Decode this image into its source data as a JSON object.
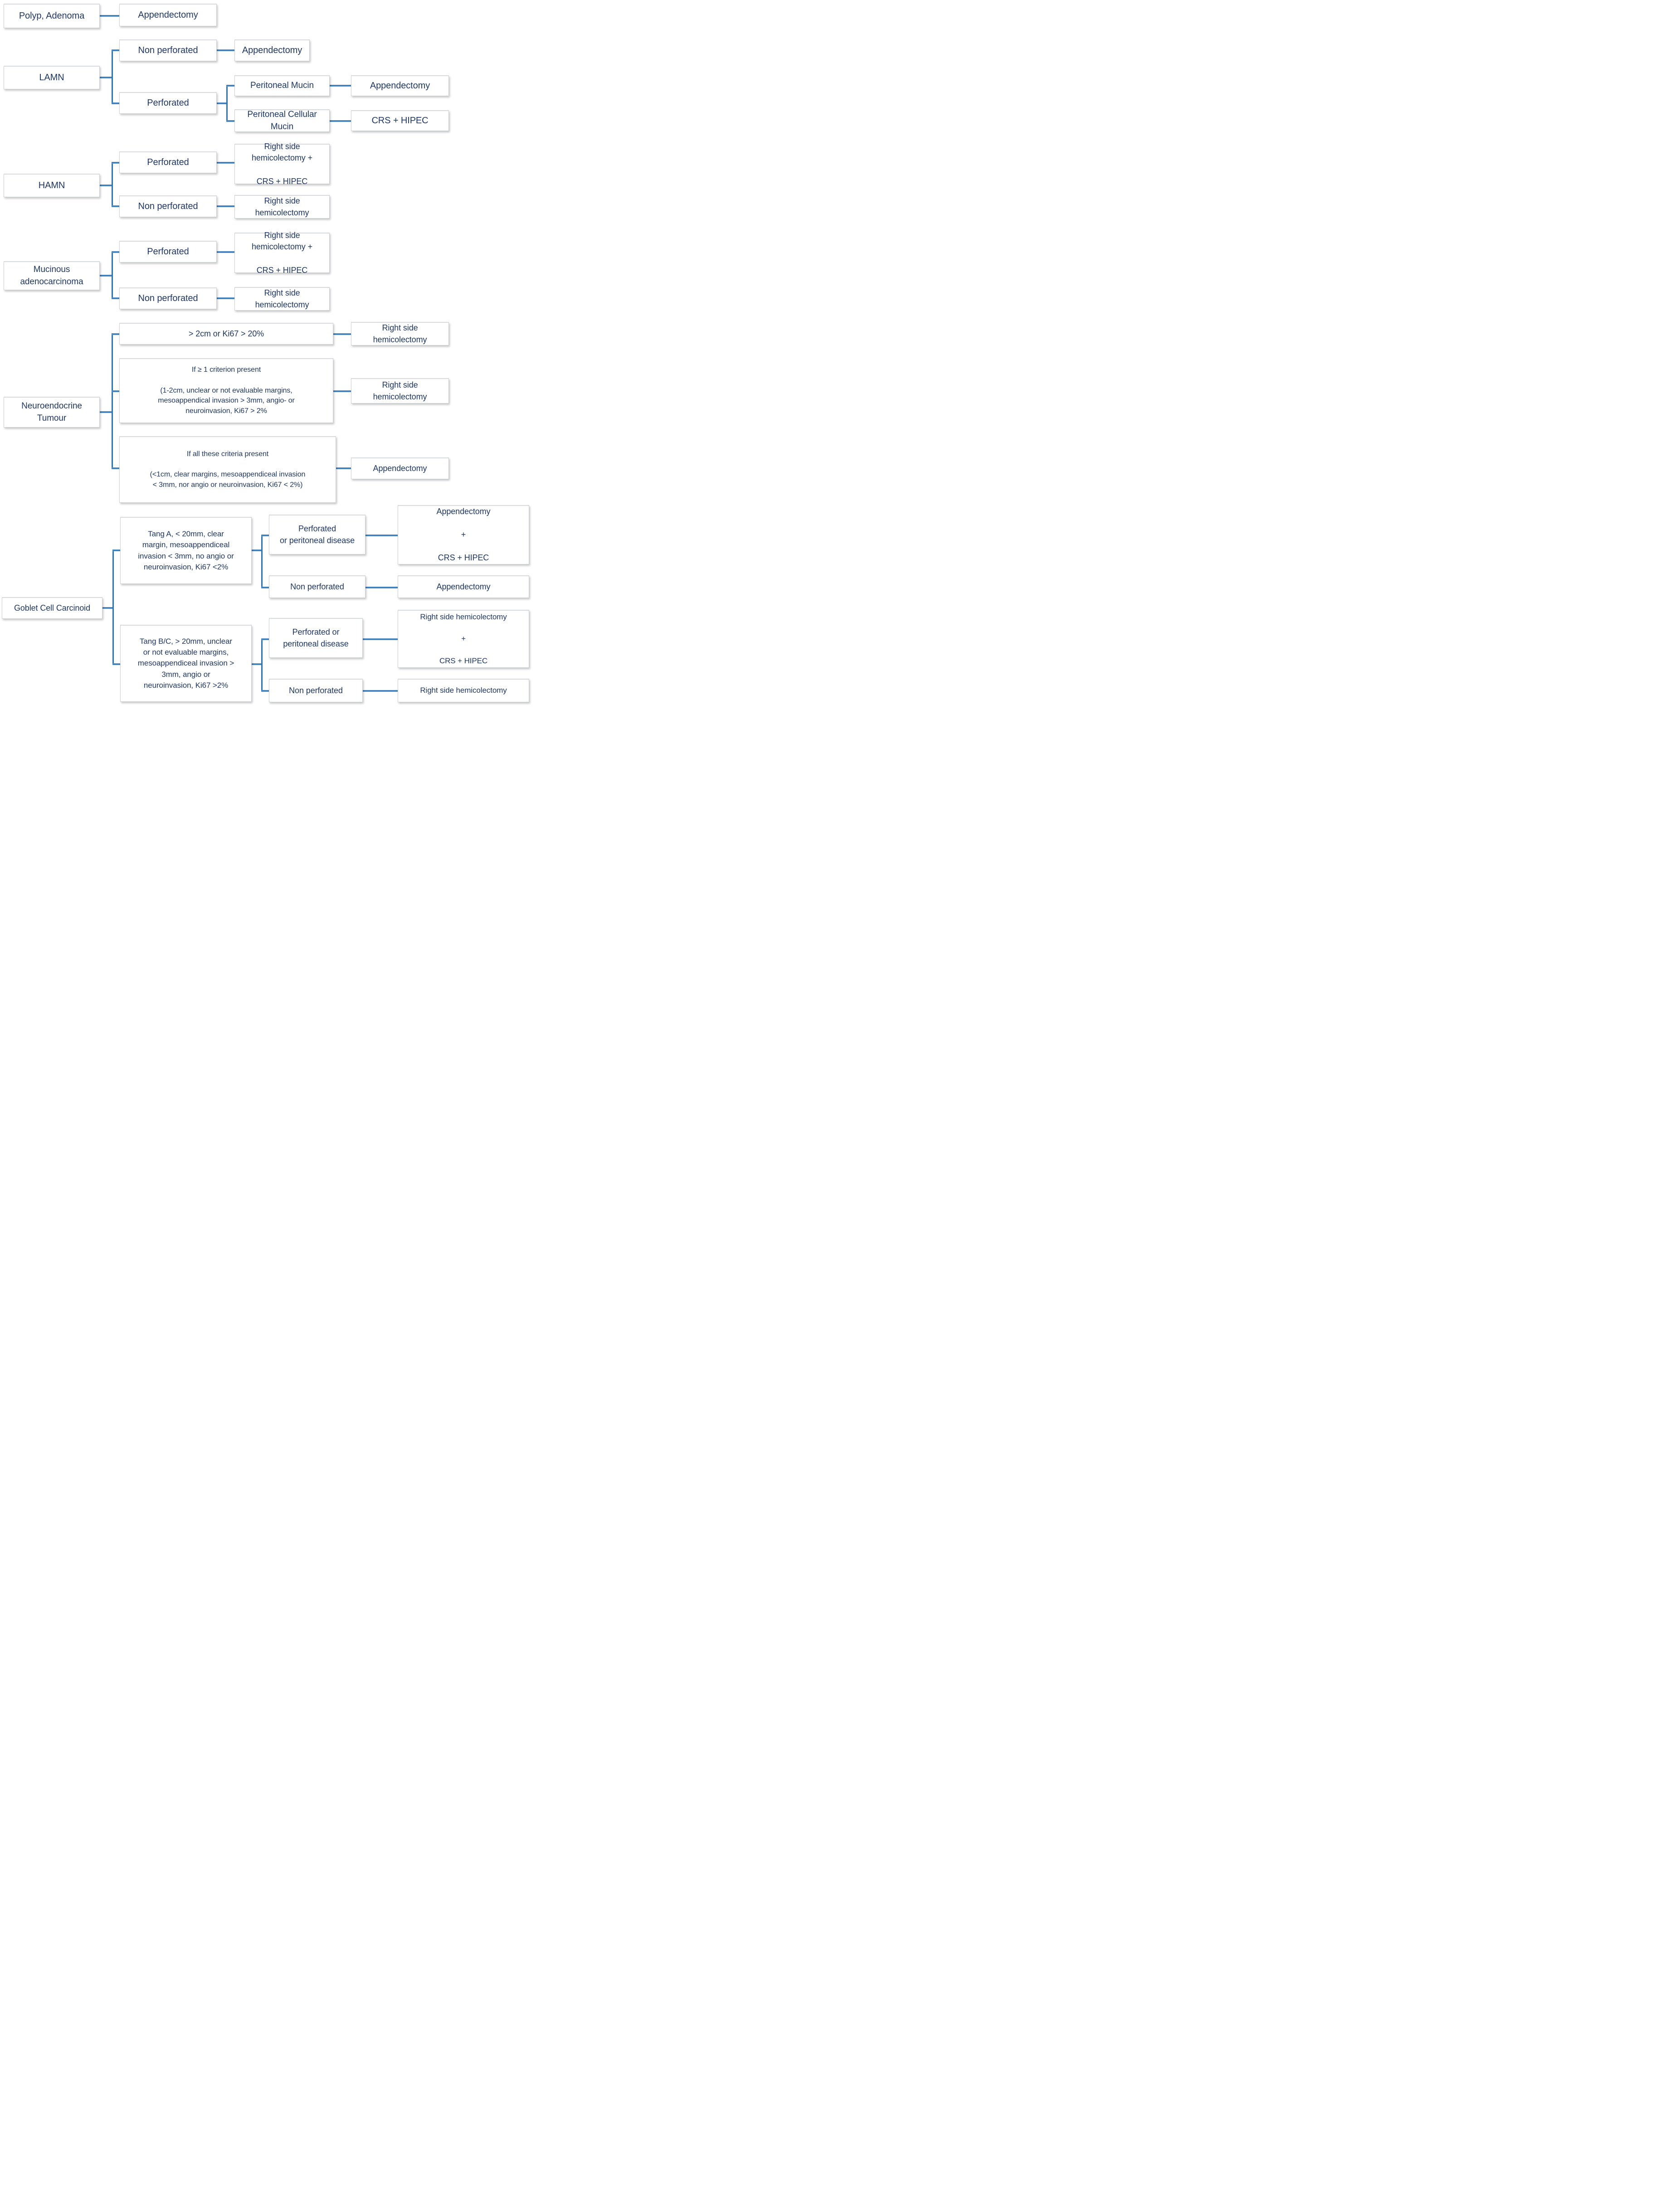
{
  "diagram": {
    "title": "Appendiceal neoplasm surgical management algorithm",
    "accent_line_color": "#2E75B6",
    "text_color": "#1F3864",
    "box_border_color": "#cfd2d6",
    "background_color": "#ffffff"
  },
  "branches": [
    {
      "id": "polyp",
      "diagnosis": "Polyp, Adenoma",
      "treatment": "Appendectomy"
    },
    {
      "id": "lamn",
      "diagnosis": "LAMN",
      "conditions": [
        {
          "label": "Non perforated",
          "treatment": "Appendectomy"
        },
        {
          "label": "Perforated",
          "subconditions": [
            {
              "label": "Peritoneal Mucin",
              "treatment": "Appendectomy"
            },
            {
              "label": "Peritoneal Cellular\nMucin",
              "treatment": "CRS + HIPEC"
            }
          ]
        }
      ]
    },
    {
      "id": "hamn",
      "diagnosis": "HAMN",
      "conditions": [
        {
          "label": "Perforated",
          "treatment": "Right side\nhemicolectomy +\n\nCRS + HIPEC"
        },
        {
          "label": "Non perforated",
          "treatment": "Right side\nhemicolectomy"
        }
      ]
    },
    {
      "id": "mucinous",
      "diagnosis": "Mucinous\nadenocarcinoma",
      "conditions": [
        {
          "label": "Perforated",
          "treatment": "Right side\nhemicolectomy +\n\nCRS + HIPEC"
        },
        {
          "label": "Non perforated",
          "treatment": "Right side\nhemicolectomy"
        }
      ]
    },
    {
      "id": "net",
      "diagnosis": "Neuroendocrine\nTumour",
      "conditions": [
        {
          "label": "> 2cm or Ki67 > 20%",
          "treatment": "Right side\nhemicolectomy"
        },
        {
          "label": "If ≥ 1 criterion present\n\n(1-2cm, unclear or not evaluable margins,\nmesoappendical invasion > 3mm, angio- or\nneuroinvasion, Ki67 > 2%",
          "treatment": "Right side\nhemicolectomy"
        },
        {
          "label": "If all these criteria present\n\n(<1cm, clear margins, mesoappendiceal invasion\n< 3mm, nor angio or neuroinvasion, Ki67 < 2%)",
          "treatment": "Appendectomy"
        }
      ]
    },
    {
      "id": "goblet",
      "diagnosis": "Goblet Cell Carcinoid",
      "conditions": [
        {
          "label": "Tang A, < 20mm, clear\nmargin, mesoappendiceal\ninvasion < 3mm, no angio or\nneuroinvasion, Ki67 <2%",
          "subconditions": [
            {
              "label": "Perforated\nor peritoneal disease",
              "treatment": "Appendectomy\n\n+\n\nCRS + HIPEC"
            },
            {
              "label": "Non perforated",
              "treatment": "Appendectomy"
            }
          ]
        },
        {
          "label": "Tang B/C, > 20mm, unclear\nor not evaluable margins,\nmesoappendiceal invasion >\n3mm, angio or\nneuroinvasion, Ki67 >2%",
          "subconditions": [
            {
              "label": "Perforated or\nperitoneal disease",
              "treatment": "Right side hemicolectomy\n\n+\n\nCRS + HIPEC"
            },
            {
              "label": "Non perforated",
              "treatment": "Right side hemicolectomy"
            }
          ]
        }
      ]
    }
  ]
}
